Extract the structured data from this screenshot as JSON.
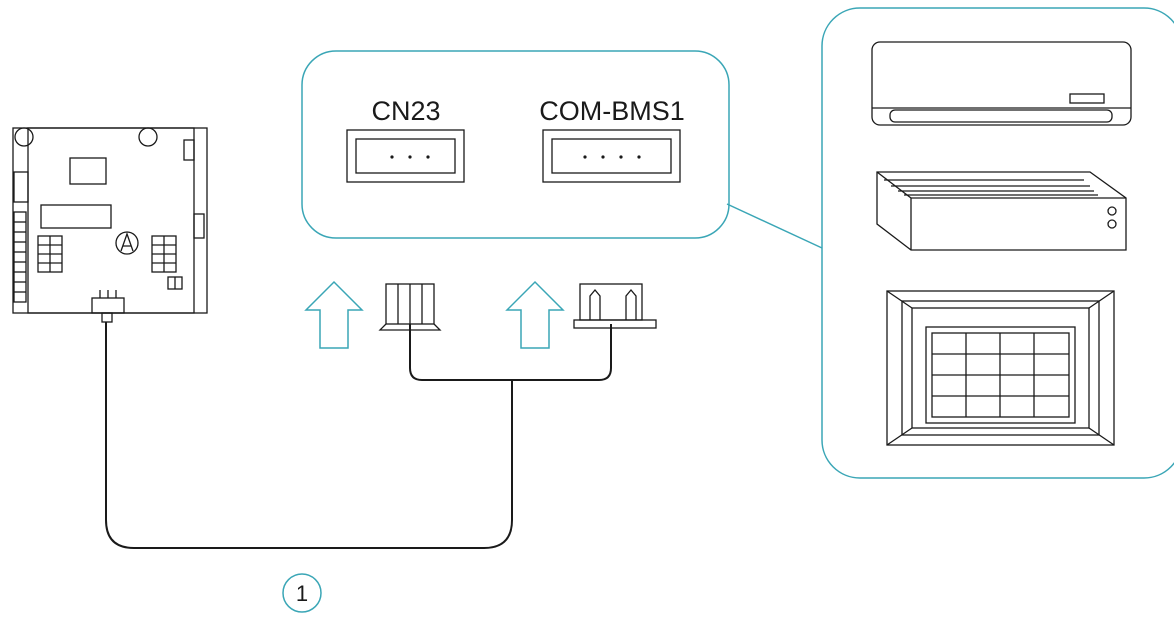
{
  "connectors": {
    "cn23": {
      "label": "CN23"
    },
    "com_bms1": {
      "label": "COM-BMS1"
    }
  },
  "cable": {
    "callout_number": "1"
  },
  "colors": {
    "accent": "#3aa6b6",
    "line": "#1a1a1a"
  },
  "icons": [
    "control-board-icon",
    "upload-arrow-icon",
    "wall-unit-icon",
    "ducted-unit-icon",
    "cassette-unit-icon"
  ]
}
